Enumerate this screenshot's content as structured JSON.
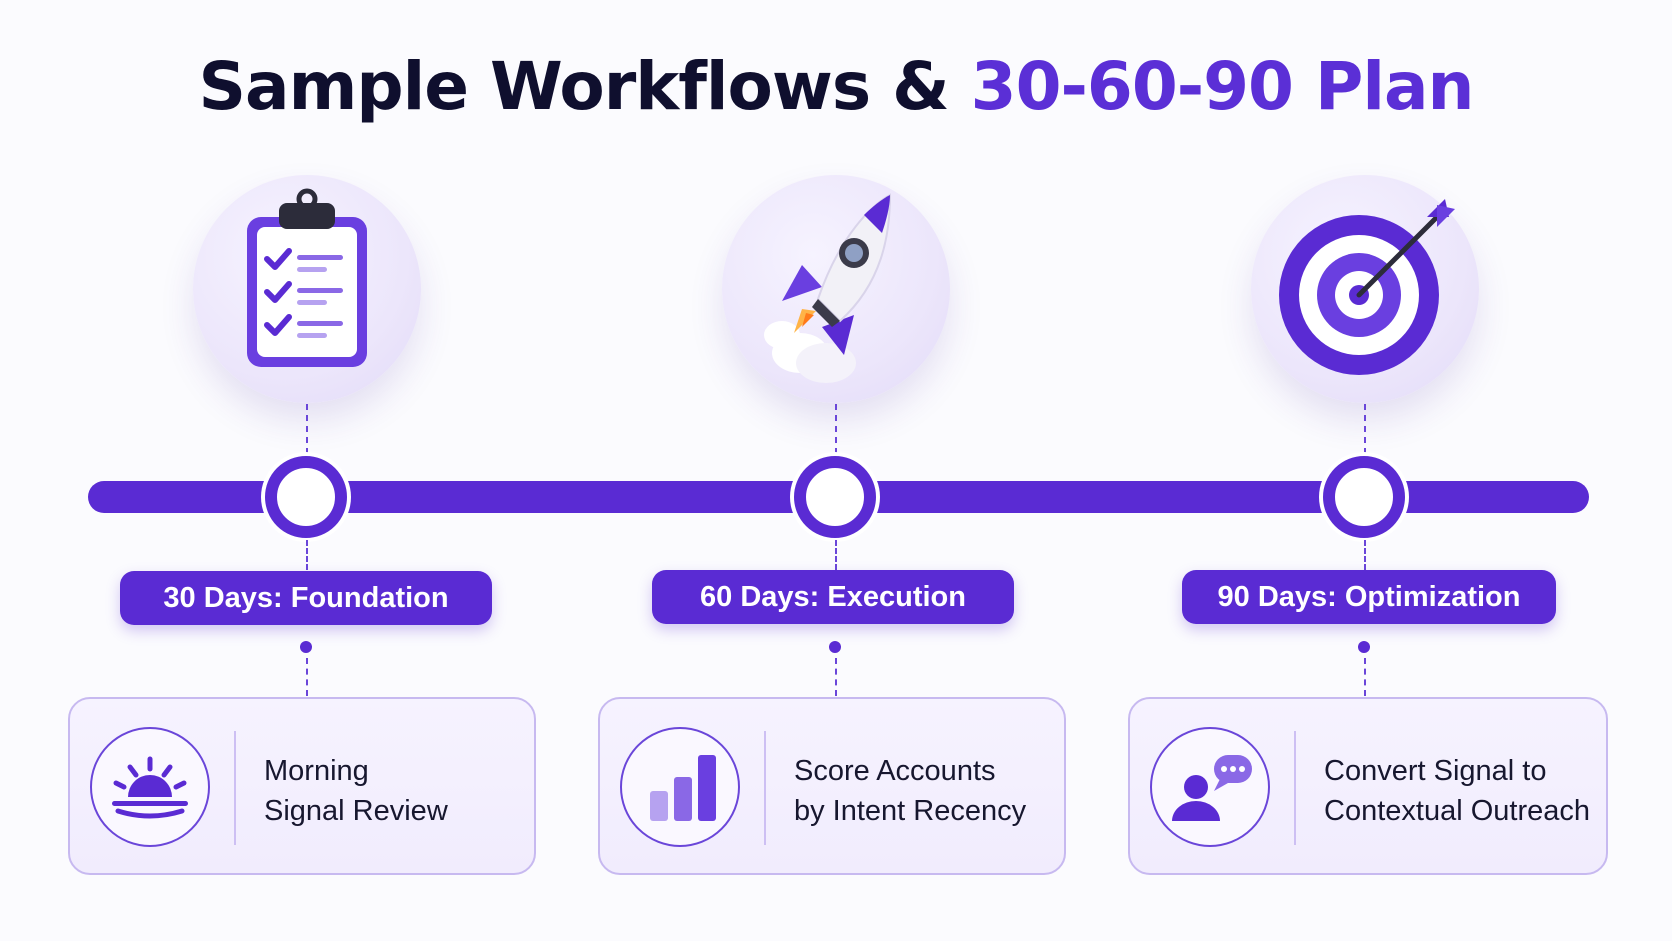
{
  "title": {
    "main": "Sample Workflows &",
    "accent": "30-60-90 Plan"
  },
  "phases": [
    {
      "label": "30 Days: Foundation",
      "icon": "clipboard-checklist-icon",
      "card": {
        "icon": "sunrise-icon",
        "line1": "Morning",
        "line2": "Signal Review"
      }
    },
    {
      "label": "60 Days: Execution",
      "icon": "rocket-icon",
      "card": {
        "icon": "bar-chart-icon",
        "line1": "Score Accounts",
        "line2": "by Intent Recency"
      }
    },
    {
      "label": "90 Days: Optimization",
      "icon": "target-icon",
      "card": {
        "icon": "user-chat-icon",
        "line1": "Convert Signal to",
        "line2": "Contextual Outreach"
      }
    }
  ],
  "colors": {
    "accent": "#5a2bd3",
    "title": "#0f0f2e",
    "card_bg": "#f3effd",
    "card_border": "#c7b9f0"
  }
}
